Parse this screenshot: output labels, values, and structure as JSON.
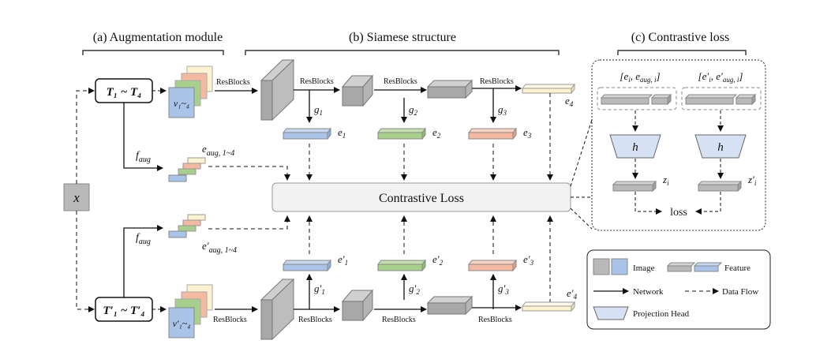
{
  "sections": {
    "augmentation": "(a) Augmentation module",
    "siamese": "(b) Siamese structure",
    "contrastive": "(c) Contrastive loss"
  },
  "input": {
    "x": "x"
  },
  "transforms": {
    "top": "T₁ ~ T₄",
    "bottom": "T′₁ ~ T′₄"
  },
  "views": {
    "top": "v₁~₄",
    "bottom": "v′₁~₄"
  },
  "faug": {
    "top": "f",
    "top_sub": "aug",
    "bottom": "f",
    "bottom_sub": "aug"
  },
  "aug_embeddings": {
    "top": "e",
    "top_sub": "aug, 1~4",
    "bottom": "e′",
    "bottom_sub": "aug, 1~4"
  },
  "resblocks_label": "ResBlocks",
  "projections": {
    "top": [
      {
        "g": "g",
        "sub": "1",
        "e": "e",
        "esub": "1"
      },
      {
        "g": "g",
        "sub": "2",
        "e": "e",
        "esub": "2"
      },
      {
        "g": "g",
        "sub": "3",
        "e": "e",
        "esub": "3"
      }
    ],
    "bottom": [
      {
        "g": "g′",
        "sub": "1",
        "e": "e′",
        "esub": "1"
      },
      {
        "g": "g′",
        "sub": "2",
        "e": "e′",
        "esub": "2"
      },
      {
        "g": "g′",
        "sub": "3",
        "e": "e′",
        "esub": "3"
      }
    ],
    "e4_top": "e",
    "e4_top_sub": "4",
    "e4_bottom": "e′",
    "e4_bottom_sub": "4"
  },
  "contrastive_loss_label": "Contrastive Loss",
  "panel_c": {
    "pair_left": "[e",
    "pair_left_sub": "i",
    "pair_left_mid": ",  e",
    "pair_left_sub2": "aug, i",
    "pair_left_end": "]",
    "pair_right": "[e′",
    "pair_right_sub": "i",
    "pair_right_mid": ", e′",
    "pair_right_sub2": "aug, i",
    "pair_right_end": "]",
    "head": "h",
    "z_left": "z",
    "z_left_sub": "i",
    "z_right": "z′",
    "z_right_sub": "i",
    "loss": "loss"
  },
  "legend": {
    "image": "Image",
    "feature": "Feature",
    "network": "Network",
    "data_flow": "Data Flow",
    "projection_head": "Projection Head"
  },
  "colors": {
    "gray": "#b9b9b9",
    "gray_dark": "#8c8c8c",
    "blue": "#a9c4e8",
    "green": "#a8d08d",
    "orange": "#f4b9a0",
    "cream": "#fdf2d0",
    "head_fill": "#d6e1f3",
    "loss_fill": "#f2f2f2"
  }
}
